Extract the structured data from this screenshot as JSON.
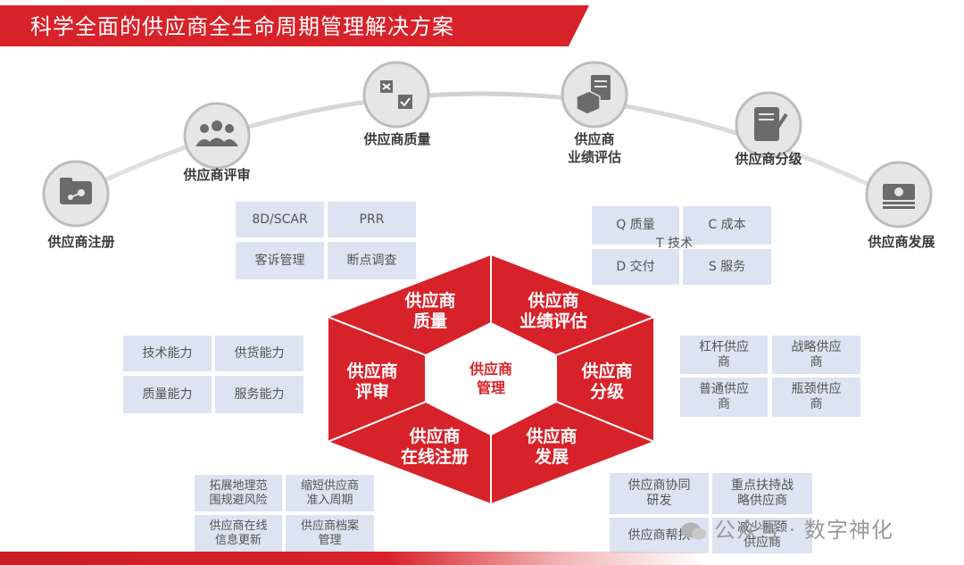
{
  "title": "科学全面的供应商全生命周期管理解决方案",
  "stages": [
    {
      "id": "register",
      "label_line1": "供应商注册",
      "label_line2": ""
    },
    {
      "id": "review",
      "label_line1": "供应商评审",
      "label_line2": ""
    },
    {
      "id": "quality",
      "label_line1": "供应商质量",
      "label_line2": ""
    },
    {
      "id": "performance",
      "label_line1": "供应商",
      "label_line2": "业绩评估"
    },
    {
      "id": "grading",
      "label_line1": "供应商分级",
      "label_line2": ""
    },
    {
      "id": "development",
      "label_line1": "供应商发展",
      "label_line2": ""
    }
  ],
  "hexagon": {
    "center": {
      "line1": "供应商",
      "line2": "管理"
    },
    "segments": {
      "quality": {
        "line1": "供应商",
        "line2": "质量"
      },
      "performance": {
        "line1": "供应商",
        "line2": "业绩评估"
      },
      "grading": {
        "line1": "供应商",
        "line2": "分级"
      },
      "development": {
        "line1": "供应商",
        "line2": "发展"
      },
      "online_register": {
        "line1": "供应商",
        "line2": "在线注册"
      },
      "review": {
        "line1": "供应商",
        "line2": "评审"
      }
    }
  },
  "quality_boxes": [
    "8D/SCAR",
    "PRR",
    "客诉管理",
    "断点调查"
  ],
  "performance_boxes": [
    "Q 质量",
    "C 成本",
    "D 交付",
    "S 服务"
  ],
  "performance_overlay": "T 技术",
  "review_boxes": [
    "技术能力",
    "供货能力",
    "质量能力",
    "服务能力"
  ],
  "grading_boxes": [
    {
      "line1": "杠杆供应",
      "line2": "商"
    },
    {
      "line1": "战略供应",
      "line2": "商"
    },
    {
      "line1": "普通供应",
      "line2": "商"
    },
    {
      "line1": "瓶颈供应",
      "line2": "商"
    }
  ],
  "register_boxes": [
    {
      "line1": "拓展地理范",
      "line2": "围规避风险"
    },
    {
      "line1": "缩短供应商",
      "line2": "准入周期"
    },
    {
      "line1": "供应商在线",
      "line2": "信息更新"
    },
    {
      "line1": "供应商档案",
      "line2": "管理"
    }
  ],
  "development_boxes": [
    {
      "line1": "供应商协同",
      "line2": "研发"
    },
    {
      "line1": "重点扶持战",
      "line2": "略供应商"
    },
    {
      "line1": "供应商帮扶",
      "line2": ""
    },
    {
      "line1": "减少瓶颈",
      "line2": "供应商"
    }
  ],
  "watermark": "公众号 · 数字神化",
  "colors": {
    "accent": "#d8222a",
    "box": "#dbe4f0",
    "icon_bg": "#e6e6e6",
    "icon_fg": "#6b6b6b"
  },
  "icons": [
    "folder-network-icon",
    "team-icon",
    "checklist-icon",
    "document-box-icon",
    "rating-form-icon",
    "money-icon"
  ]
}
